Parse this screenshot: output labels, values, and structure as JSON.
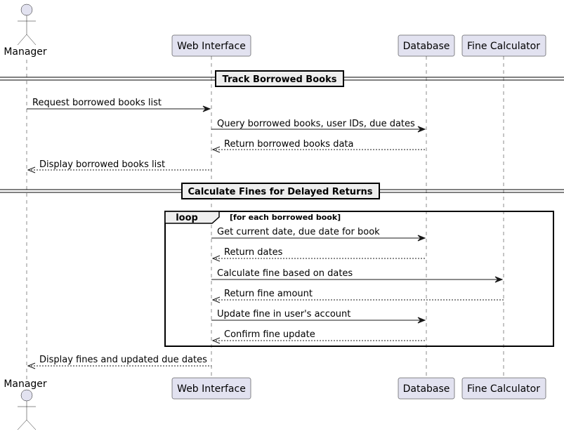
{
  "participants": {
    "manager": "Manager",
    "web": "Web Interface",
    "db": "Database",
    "fine": "Fine Calculator"
  },
  "dividers": {
    "track": "Track Borrowed Books",
    "calculate": "Calculate Fines for Delayed Returns"
  },
  "loop": {
    "keyword": "loop",
    "condition": "[for each borrowed book]"
  },
  "messages": [
    "Request borrowed books list",
    "Query borrowed books, user IDs, due dates",
    "Return borrowed books data",
    "Display borrowed books list",
    "Get current date, due date for book",
    "Return dates",
    "Calculate fine based on dates",
    "Return fine amount",
    "Update fine in user's account",
    "Confirm fine update",
    "Display fines and updated due dates"
  ]
}
